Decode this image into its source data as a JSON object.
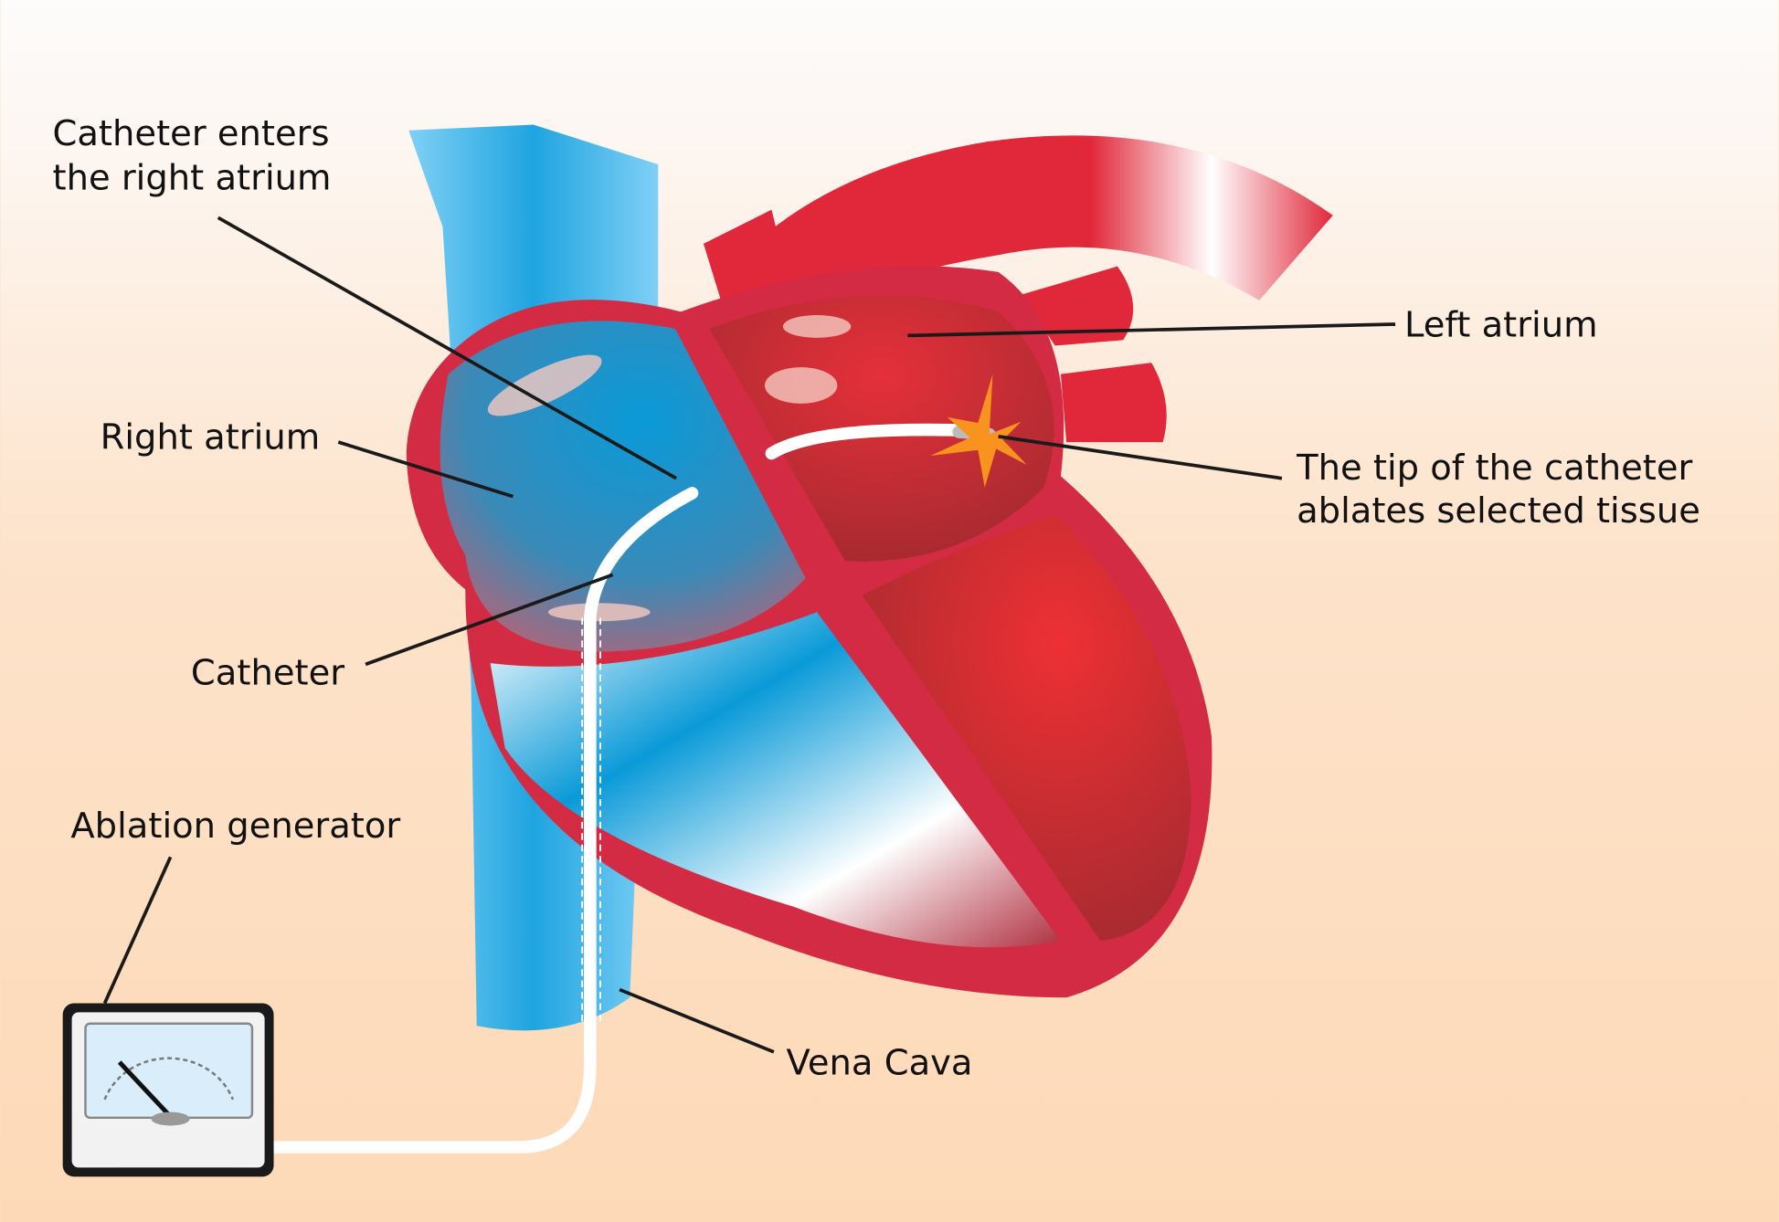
{
  "labels": {
    "catheter_enters_1": "Catheter enters",
    "catheter_enters_2": "the right atrium",
    "right_atrium": "Right atrium",
    "catheter": "Catheter",
    "ablation_generator": "Ablation generator",
    "left_atrium": "Left atrium",
    "tip_1": "The tip of the catheter",
    "tip_2": "ablates selected tissue",
    "vena_cava": "Vena Cava"
  },
  "colors": {
    "blood_red": "#e0283a",
    "blood_blue": "#0a9ad8",
    "vein_light_blue": "#7fd0f5",
    "spark": "#f7931e"
  }
}
